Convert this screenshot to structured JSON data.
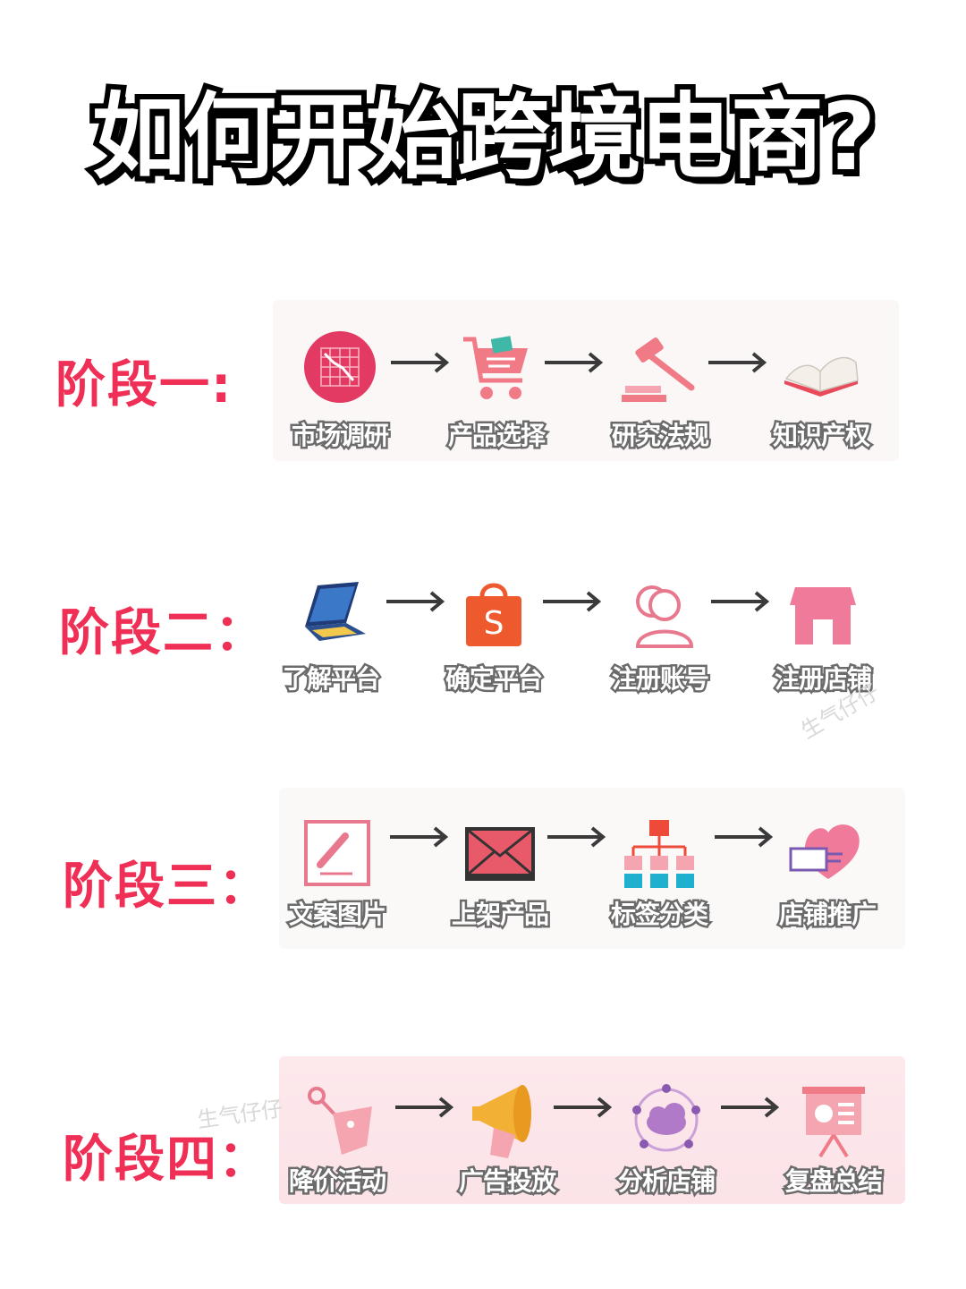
{
  "title": "如何开始跨境电商?",
  "stages": [
    {
      "label": "阶段一:",
      "steps": [
        {
          "label": "市场调研",
          "icon": "market-chart-icon"
        },
        {
          "label": "产品选择",
          "icon": "shopping-cart-icon"
        },
        {
          "label": "研究法规",
          "icon": "gavel-icon"
        },
        {
          "label": "知识产权",
          "icon": "open-book-icon"
        }
      ]
    },
    {
      "label": "阶段二：",
      "steps": [
        {
          "label": "了解平台",
          "icon": "laptop-icon"
        },
        {
          "label": "确定平台",
          "icon": "shopping-bag-icon"
        },
        {
          "label": "注册账号",
          "icon": "users-icon"
        },
        {
          "label": "注册店铺",
          "icon": "storefront-icon"
        }
      ]
    },
    {
      "label": "阶段三：",
      "steps": [
        {
          "label": "文案图片",
          "icon": "edit-document-icon"
        },
        {
          "label": "上架产品",
          "icon": "envelope-icon"
        },
        {
          "label": "标签分类",
          "icon": "hierarchy-icon"
        },
        {
          "label": "店铺推广",
          "icon": "heart-hand-icon"
        }
      ]
    },
    {
      "label": "阶段四：",
      "steps": [
        {
          "label": "降价活动",
          "icon": "discount-tag-icon"
        },
        {
          "label": "广告投放",
          "icon": "megaphone-icon"
        },
        {
          "label": "分析店铺",
          "icon": "network-cloud-icon"
        },
        {
          "label": "复盘总结",
          "icon": "presentation-board-icon"
        }
      ]
    }
  ],
  "watermark": "生气仔仔",
  "colors": {
    "accent": "#ef2f55",
    "icon_pink": "#e8788e",
    "icon_red": "#e23a63",
    "arrow": "#3a3a3a"
  }
}
